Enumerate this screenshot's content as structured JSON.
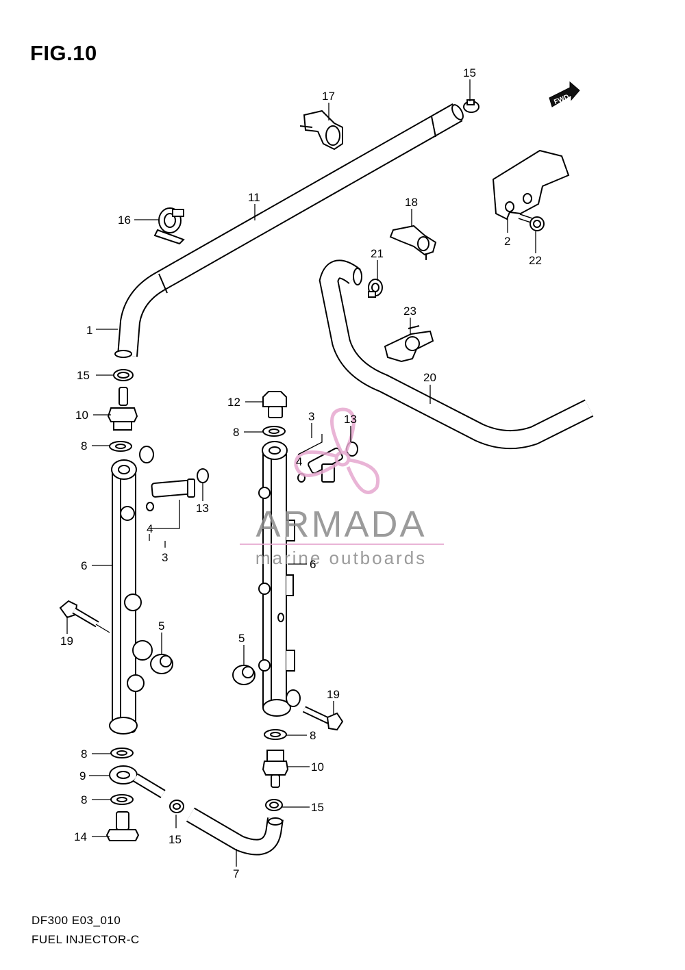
{
  "figure": {
    "title": "FIG.10"
  },
  "footer": {
    "model_code": "DF300 E03_010",
    "part_group": "FUEL INJECTOR-C"
  },
  "direction_badge": {
    "label": "FWD"
  },
  "watermark": {
    "brand": "ARMADA",
    "tagline": "marine outboards",
    "brand_color": "#8a8a8a",
    "accent_color": "#e6a8cf"
  },
  "callouts": [
    {
      "id": "c1",
      "label": "1"
    },
    {
      "id": "c2",
      "label": "2"
    },
    {
      "id": "c3a",
      "label": "3"
    },
    {
      "id": "c3b",
      "label": "3"
    },
    {
      "id": "c4a",
      "label": "4"
    },
    {
      "id": "c4b",
      "label": "4"
    },
    {
      "id": "c5a",
      "label": "5"
    },
    {
      "id": "c5b",
      "label": "5"
    },
    {
      "id": "c6a",
      "label": "6"
    },
    {
      "id": "c6b",
      "label": "6"
    },
    {
      "id": "c7",
      "label": "7"
    },
    {
      "id": "c8a",
      "label": "8"
    },
    {
      "id": "c8b",
      "label": "8"
    },
    {
      "id": "c8c",
      "label": "8"
    },
    {
      "id": "c8d",
      "label": "8"
    },
    {
      "id": "c8e",
      "label": "8"
    },
    {
      "id": "c9",
      "label": "9"
    },
    {
      "id": "c10a",
      "label": "10"
    },
    {
      "id": "c10b",
      "label": "10"
    },
    {
      "id": "c11",
      "label": "11"
    },
    {
      "id": "c12",
      "label": "12"
    },
    {
      "id": "c13a",
      "label": "13"
    },
    {
      "id": "c13b",
      "label": "13"
    },
    {
      "id": "c14",
      "label": "14"
    },
    {
      "id": "c15a",
      "label": "15"
    },
    {
      "id": "c15b",
      "label": "15"
    },
    {
      "id": "c15c",
      "label": "15"
    },
    {
      "id": "c15d",
      "label": "15"
    },
    {
      "id": "c16",
      "label": "16"
    },
    {
      "id": "c17",
      "label": "17"
    },
    {
      "id": "c18",
      "label": "18"
    },
    {
      "id": "c19a",
      "label": "19"
    },
    {
      "id": "c19b",
      "label": "19"
    },
    {
      "id": "c20",
      "label": "20"
    },
    {
      "id": "c21",
      "label": "21"
    },
    {
      "id": "c22",
      "label": "22"
    },
    {
      "id": "c23",
      "label": "23"
    }
  ]
}
